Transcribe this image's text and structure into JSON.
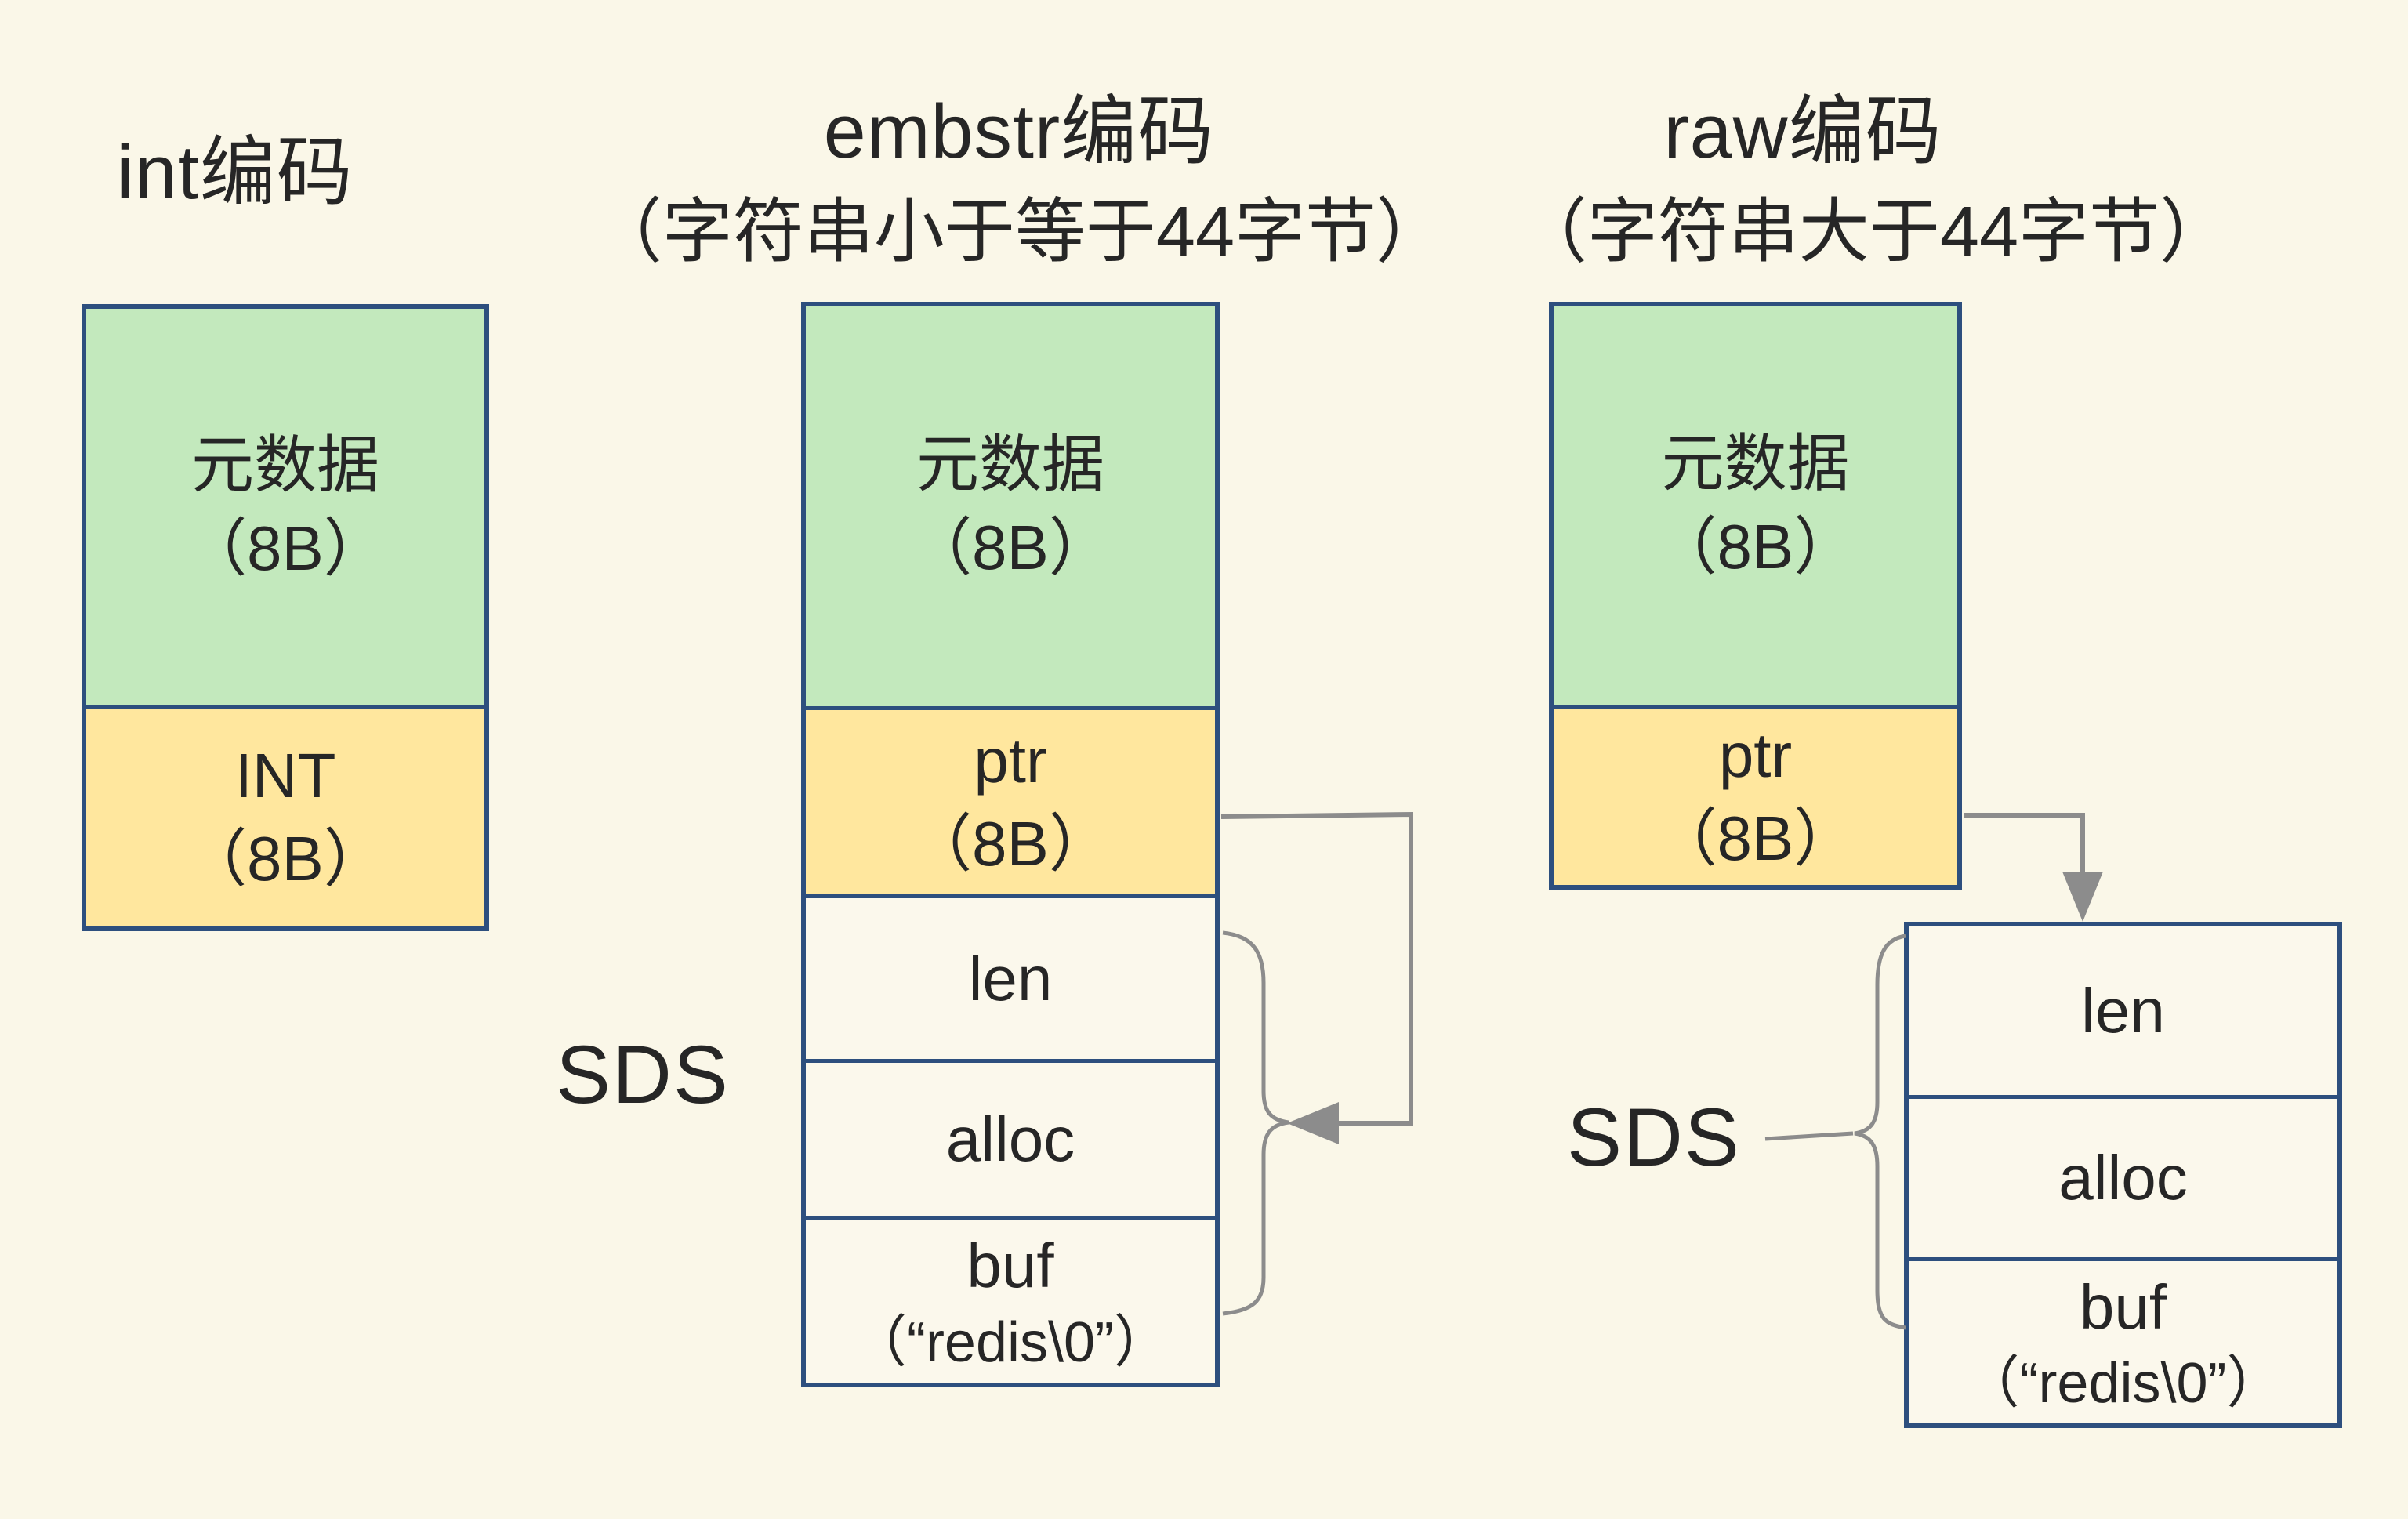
{
  "colors": {
    "background": "#FAF7E8",
    "green_fill": "#C3E9BD",
    "yellow_fill": "#FFE79E",
    "plain_fill": "#FBF8EC",
    "box_border": "#2D4F7E",
    "connector_gray": "#8C8C8C",
    "text": "#262626"
  },
  "columns": {
    "int": {
      "title": "int编码",
      "cells": {
        "meta": {
          "line1": "元数据",
          "line2": "（8B）"
        },
        "value": {
          "line1": "INT",
          "line2": "（8B）"
        }
      }
    },
    "embstr": {
      "title": "embstr编码",
      "subtitle": "（字符串小于等于44字节）",
      "sds_label": "SDS",
      "cells": {
        "meta": {
          "line1": "元数据",
          "line2": "（8B）"
        },
        "ptr": {
          "line1": "ptr",
          "line2": "（8B）"
        },
        "len": "len",
        "alloc": "alloc",
        "buf": {
          "line1": "buf",
          "line2": "（“redis\\0”）"
        }
      }
    },
    "raw": {
      "title": "raw编码",
      "subtitle": "（字符串大于44字节）",
      "sds_label": "SDS",
      "cells": {
        "meta": {
          "line1": "元数据",
          "line2": "（8B）"
        },
        "ptr": {
          "line1": "ptr",
          "line2": "（8B）"
        }
      },
      "sds_cells": {
        "len": "len",
        "alloc": "alloc",
        "buf": {
          "line1": "buf",
          "line2": "（“redis\\0”）"
        }
      }
    }
  }
}
